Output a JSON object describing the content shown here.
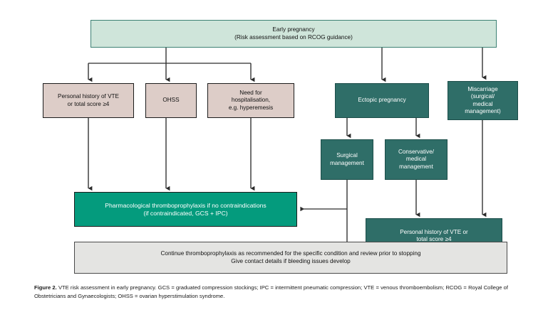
{
  "figure": {
    "nodes": {
      "early_pregnancy": "Early pregnancy\n(Risk assessment based on RCOG guidance)",
      "personal_history_vte": "Personal history of VTE\nor total score ≥4",
      "ohss": "OHSS",
      "need_hospitalisation": "Need for\nhospitalisation,\ne.g. hyperemesis",
      "ectopic_pregnancy": "Ectopic pregnancy",
      "miscarriage": "Miscarriage\n(surgical/\nmedical\nmanagement)",
      "surgical_management": "Surgical\nmanagement",
      "conservative_medical": "Conservative/\nmedical\nmanagement",
      "pharmacological": "Pharmacological thromboprophylaxis if no contraindications\n(if contraindicated, GCS + IPC)",
      "personal_history_vte_2": "Personal history of VTE or\ntotal score ≥4",
      "continue": "Continue thromboprophylaxis as recommended for the specific condition and review prior to stopping\nGive contact details if bleeding issues develop"
    },
    "caption": {
      "label": "Figure 2.",
      "text": " VTE risk assessment in early pregnancy. GCS = graduated compression stockings; IPC = intermittent pneumatic compression; VTE = venous thromboembolism; RCOG = Royal College of Obstetricians and Gynaecologists; OHSS = ovarian hyperstimulation syndrome."
    },
    "colors": {
      "mint_fill": "#cfe5da",
      "mint_border": "#3d8174",
      "beige_fill": "#ddcdc8",
      "teal_fill": "#2f6e68",
      "green_fill": "#049b7d",
      "grey_fill": "#e4e4e2",
      "connector": "#2b2b2b"
    }
  }
}
